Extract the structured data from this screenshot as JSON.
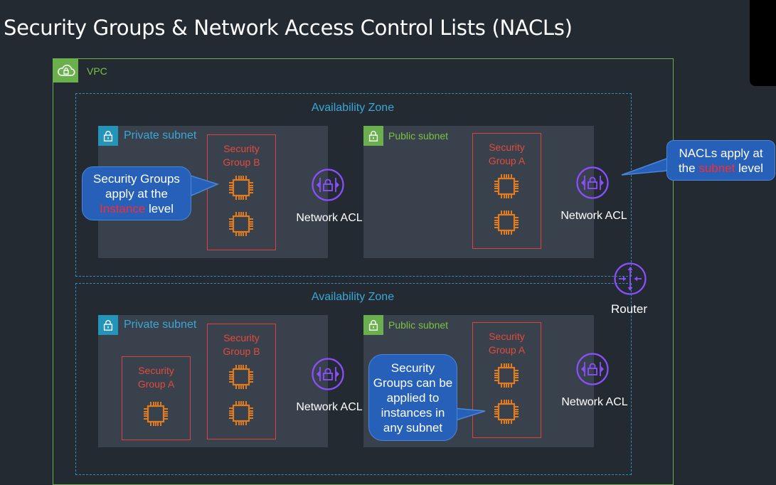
{
  "title": "Security Groups & Network Access Control Lists (NACLs)",
  "vpc": {
    "label": "VPC",
    "icon": "cloud-lock-icon"
  },
  "az_top": {
    "label": "Availability Zone"
  },
  "az_bottom": {
    "label": "Availability Zone"
  },
  "subnets": {
    "top_private": {
      "label": "Private subnet"
    },
    "top_public": {
      "label": "Public subnet"
    },
    "bottom_private": {
      "label": "Private subnet"
    },
    "bottom_public": {
      "label": "Public subnet"
    }
  },
  "security_groups": {
    "top_private_b": {
      "line1": "Security",
      "line2": "Group B"
    },
    "top_public_a": {
      "line1": "Security",
      "line2": "Group A"
    },
    "bottom_private_a": {
      "line1": "Security",
      "line2": "Group A"
    },
    "bottom_private_b": {
      "line1": "Security",
      "line2": "Group B"
    },
    "bottom_public_a": {
      "line1": "Security",
      "line2": "Group A"
    }
  },
  "nacl": {
    "top_private": "Network ACL",
    "top_public": "Network ACL",
    "bottom_private": "Network ACL",
    "bottom_public": "Network ACL"
  },
  "router": {
    "label": "Router"
  },
  "callouts": {
    "instance": {
      "line1": "Security Groups",
      "line2": "apply at the",
      "highlight": "Instance",
      "tail": " level"
    },
    "subnet": {
      "line1": "NACLs apply at",
      "pre": "the ",
      "highlight": "subnet",
      "tail": " level"
    },
    "any_subnet": {
      "line1": "Security",
      "line2": "Groups can be",
      "line3": "applied to",
      "line4": "instances in",
      "line5": "any subnet"
    }
  },
  "colors": {
    "background": "#232a32",
    "vpc_green": "#6ab04c",
    "az_blue": "#2e8fb9",
    "security_group_red": "#e0413f",
    "chip_orange": "#e07b1f",
    "nacl_purple": "#8c4fff",
    "callout_blue": "#2660b9",
    "highlight_red": "#ff2a2a"
  }
}
